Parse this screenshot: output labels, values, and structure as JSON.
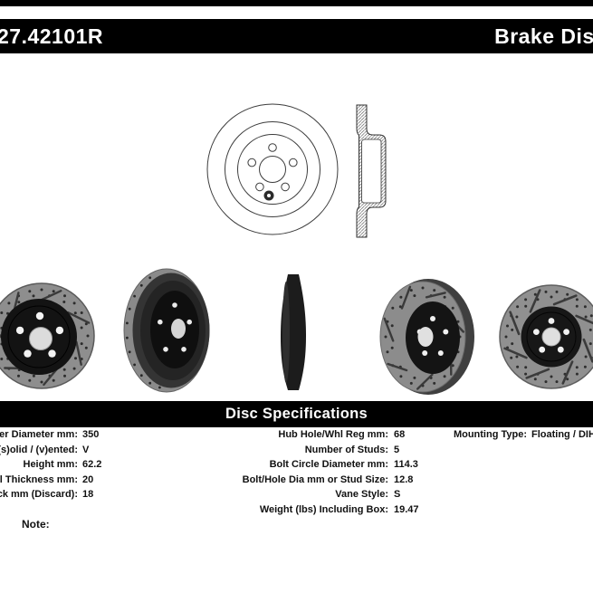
{
  "header": {
    "part_number": "27.42101R",
    "product_title": "Brake Disc"
  },
  "banner": {
    "title": "Disc Specifications"
  },
  "specs": {
    "left": [
      {
        "label": "Outer Diameter mm",
        "value": "350"
      },
      {
        "label": "(s)olid / (v)ented",
        "value": "V"
      },
      {
        "label": "Height mm",
        "value": "62.2"
      },
      {
        "label": "Nominal Thickness mm",
        "value": "20"
      },
      {
        "label": "Min Thick mm (Discard)",
        "value": "18"
      }
    ],
    "middle": [
      {
        "label": "Hub Hole/Whl Reg mm",
        "value": "68"
      },
      {
        "label": "Number of Studs",
        "value": "5"
      },
      {
        "label": "Bolt Circle Diameter mm",
        "value": "114.3"
      },
      {
        "label": "Bolt/Hole Dia mm or Stud Size",
        "value": "12.8"
      },
      {
        "label": "Vane Style",
        "value": "S"
      },
      {
        "label": "Weight (lbs) Including Box",
        "value": "19.47"
      }
    ],
    "right": [
      {
        "label": "Mounting Type",
        "value": "Floating / DIH"
      }
    ]
  },
  "note_label": "Note:",
  "colors": {
    "banner_bg": "#000000",
    "banner_text": "#ffffff",
    "spec_text": "#111111"
  }
}
